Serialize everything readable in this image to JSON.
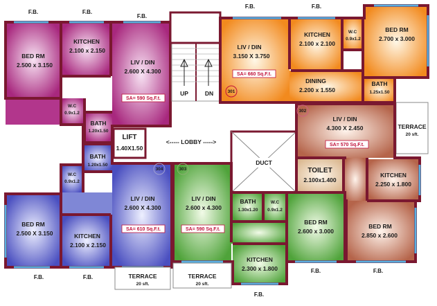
{
  "fb": "F.B.",
  "stairs": {
    "up": "UP",
    "dn": "DN"
  },
  "lobby": "<----- LOBBY ----->",
  "lift": {
    "name": "LIFT",
    "dim": "1.40X1.50"
  },
  "duct": "DUCT",
  "terrace": {
    "name": "TERRACE",
    "area": "20 sft."
  },
  "flat_tl": {
    "bed": {
      "name": "BED RM",
      "dim": "2.500 x 3.150"
    },
    "kitchen": {
      "name": "KITCHEN",
      "dim": "2.100 x 2.150"
    },
    "liv": {
      "name": "LIV / DIN",
      "dim": "2.600 X 4.300"
    },
    "sa": "SA= 590 Sq.F.t.",
    "wc": {
      "name": "W.C",
      "dim": "0.9x1.2"
    },
    "bath": {
      "name": "BATH",
      "dim": "1.20x1.50"
    }
  },
  "flat_bl": {
    "bath": {
      "name": "BATH",
      "dim": "1.20x1.50"
    },
    "wc": {
      "name": "W.C",
      "dim": "0.9x1.2"
    },
    "bed": {
      "name": "BED RM",
      "dim": "2.500 X 3.150"
    },
    "kitchen": {
      "name": "KITCHEN",
      "dim": "2.100 x 2.150"
    },
    "liv": {
      "name": "LIV / DIN",
      "dim": "2.600 X 4.300"
    },
    "sa": "SA= 610 Sq.F.t.",
    "num": "304"
  },
  "flat_tr": {
    "liv": {
      "name": "LIV / DIN",
      "dim": "3.150 X 3.750"
    },
    "kitchen": {
      "name": "KITCHEN",
      "dim": "2.100 x 2.100"
    },
    "wc": {
      "name": "W.C",
      "dim": "0.9x1.2"
    },
    "bed": {
      "name": "BED RM",
      "dim": "2.700 x 3.000"
    },
    "dining": {
      "name": "DINING",
      "dim": "2.200 x 1.550"
    },
    "bath": {
      "name": "BATH",
      "dim": "1.25x1.50"
    },
    "sa": "SA= 660 Sq.F.t.",
    "num": "301"
  },
  "flat_br": {
    "liv": {
      "name": "LIV / DIN",
      "dim": "4.300 X 2.450"
    },
    "sa": "SA= 570 Sq.F.t.",
    "toilet": {
      "name": "TOILET",
      "dim": "2.100x1.400"
    },
    "kitchen": {
      "name": "KITCHEN",
      "dim": "2.250 x 1.800"
    },
    "bed": {
      "name": "BED RM",
      "dim": "2.850 x 2.600"
    },
    "num": "302"
  },
  "flat_bc": {
    "liv": {
      "name": "LIV / DIN",
      "dim": "2.600 x 4.300"
    },
    "sa": "SA= 590 Sq.F.t.",
    "bath": {
      "name": "BATH",
      "dim": "1.30x1.20"
    },
    "wc": {
      "name": "W.C",
      "dim": "0.9x1.2"
    },
    "bed": {
      "name": "BED RM",
      "dim": "2.600 x 3.000"
    },
    "kitchen": {
      "name": "KITCHEN",
      "dim": "2.300 x 1.800"
    },
    "num": "303"
  }
}
